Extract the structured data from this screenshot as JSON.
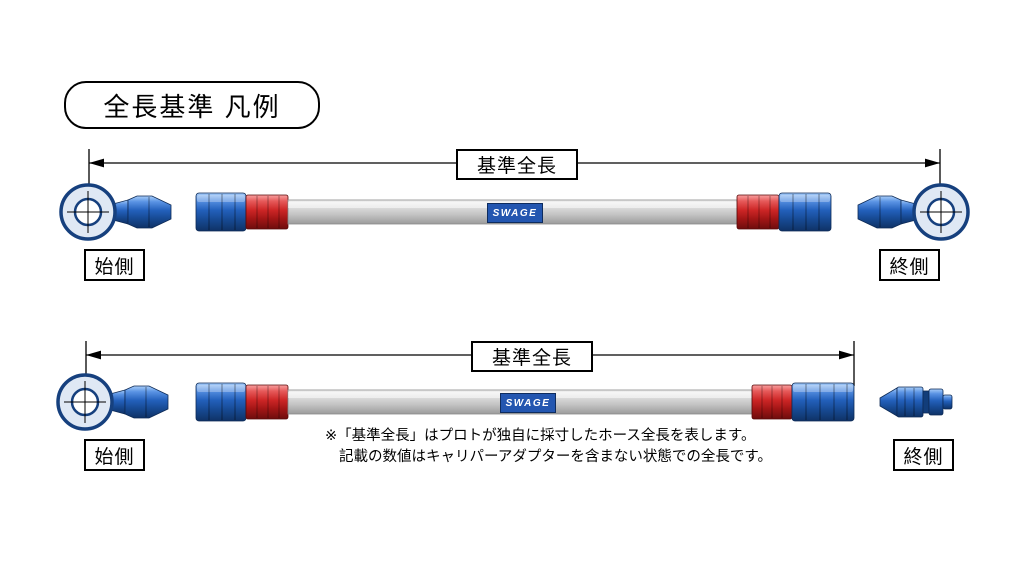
{
  "title": "全長基準 凡例",
  "colors": {
    "fitting_blue": "#2360bb",
    "fitting_red": "#cc2525",
    "hose_gray": "#c4c4c4",
    "brand_label_bg": "#2356b0",
    "brand_label_text": "#ffffff",
    "line_black": "#000000"
  },
  "diagrams": [
    {
      "dimension_label": "基準全長",
      "start_label": "始側",
      "end_label": "終側",
      "brand": "SWAGE"
    },
    {
      "dimension_label": "基準全長",
      "start_label": "始側",
      "end_label": "終側",
      "brand": "SWAGE"
    }
  ],
  "note": {
    "line1": "※「基準全長」はプロトが独自に採寸したホース全長を表します。",
    "line2": "記載の数値はキャリパーアダプターを含まない状態での全長です。"
  }
}
